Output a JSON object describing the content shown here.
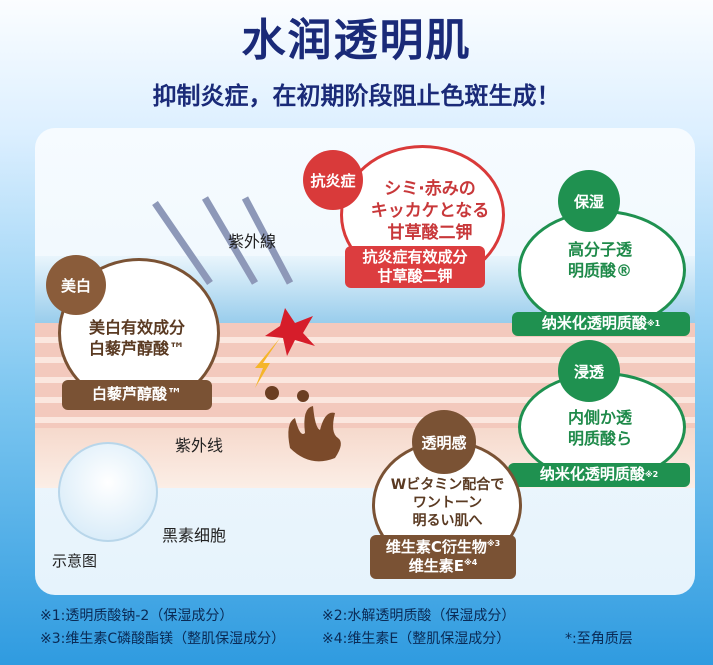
{
  "title": "水润透明肌",
  "subtitle": "抑制炎症，在初期阶段阻止色斑生成！",
  "labels": {
    "uv_top": "紫外線",
    "uv_left": "紫外线",
    "melanocyte": "黑素细胞",
    "diagram": "示意图"
  },
  "whitening": {
    "badge": "美白",
    "text1": "美白有效成分",
    "text2": "白藜芦醇酸™",
    "bar": "白藜芦醇酸™"
  },
  "anti_inflammation": {
    "badge": "抗炎症",
    "text1": "シミ·赤みの",
    "text2": "キッカケとなる",
    "text3": "甘草酸二钾",
    "bar1": "抗炎症有效成分",
    "bar2": "甘草酸二钾"
  },
  "moisture": {
    "badge": "保湿",
    "text1": "高分子透",
    "text2": "明质酸®",
    "bar": "纳米化透明质酸",
    "bar_note": "※1"
  },
  "penetration": {
    "badge": "浸透",
    "text1": "内側か透",
    "text2": "明质酸ら",
    "bar": "纳米化透明质酸",
    "bar_note": "※2"
  },
  "clarity": {
    "badge": "透明感",
    "text1": "Wビタミン配合で",
    "text2": "ワントーン",
    "text3": "明るい肌へ",
    "bar1": "维生素C衍生物",
    "bar1_note": "※3",
    "bar2": "维生素E",
    "bar2_note": "※4"
  },
  "footnotes": [
    "※1:透明质酸钠-2（保湿成分）",
    "※2:水解透明质酸（保湿成分）",
    "※3:维生素C磷酸酯镁（整肌保湿成分）",
    "※4:维生素E（整肌保湿成分）",
    "*:至角质层"
  ],
  "colors": {
    "navy": "#1a2a78",
    "red": "#d93a3a",
    "green": "#1f9150",
    "brown": "#7a5234"
  }
}
